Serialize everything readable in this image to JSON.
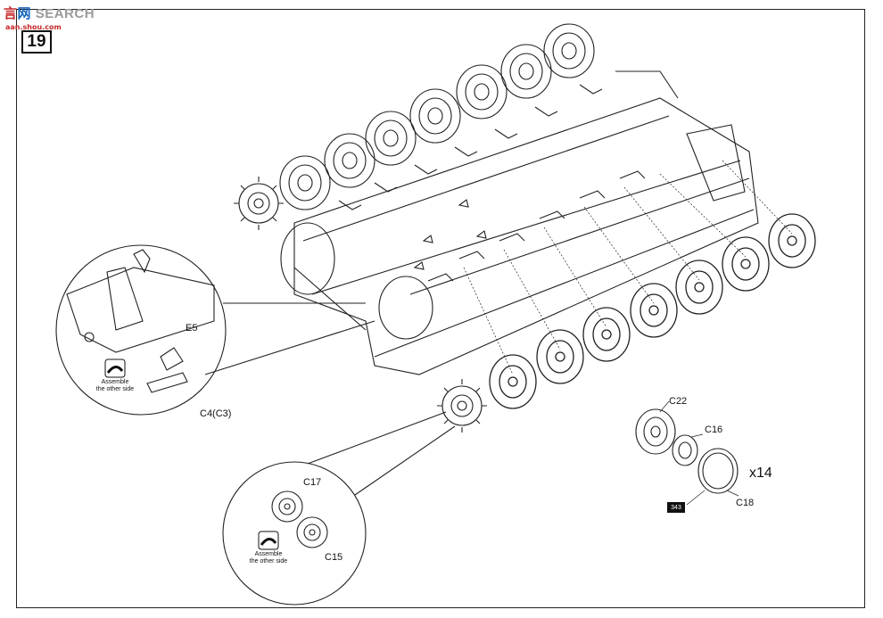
{
  "watermark": {
    "cn_a": "言",
    "cn_b": "网",
    "text": "SEARCH",
    "sub": "aan.shou.com"
  },
  "step_number": "19",
  "labels": {
    "e5": "E5",
    "c4c3": "C4(C3)",
    "c22": "C22",
    "c16": "C16",
    "c18": "C18",
    "c17": "C17",
    "c15": "C15"
  },
  "notes": {
    "left_assemble_line1": "Assemble",
    "left_assemble_line2": "the other side",
    "bottom_assemble_line1": "Assemble",
    "bottom_assemble_line2": "the other side"
  },
  "quantity": "x14",
  "part_number_badge": "343"
}
